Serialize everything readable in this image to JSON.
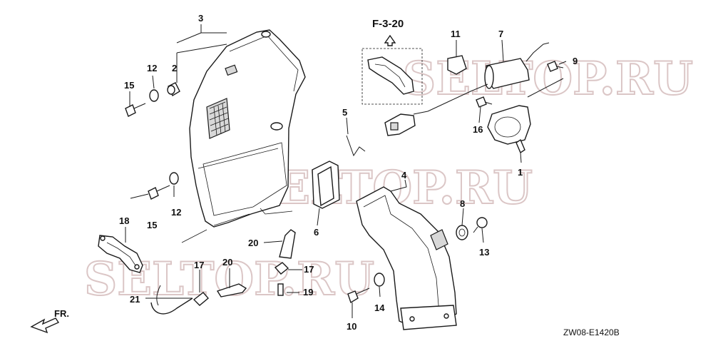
{
  "reference": {
    "figure_ref": "F-3-20",
    "front_label": "FR.",
    "drawing_code": "ZW08-E1420B"
  },
  "watermarks": [
    "SELTOP.RU",
    "SELTOP.RU",
    "SELTOP.RU"
  ],
  "callouts": [
    {
      "id": "c1",
      "text": "1"
    },
    {
      "id": "c2",
      "text": "2"
    },
    {
      "id": "c3",
      "text": "3"
    },
    {
      "id": "c4",
      "text": "4"
    },
    {
      "id": "c5",
      "text": "5"
    },
    {
      "id": "c6",
      "text": "6"
    },
    {
      "id": "c7",
      "text": "7"
    },
    {
      "id": "c8",
      "text": "8"
    },
    {
      "id": "c9",
      "text": "9"
    },
    {
      "id": "c10",
      "text": "10"
    },
    {
      "id": "c11",
      "text": "11"
    },
    {
      "id": "c12a",
      "text": "12"
    },
    {
      "id": "c12b",
      "text": "12"
    },
    {
      "id": "c13",
      "text": "13"
    },
    {
      "id": "c14",
      "text": "14"
    },
    {
      "id": "c15a",
      "text": "15"
    },
    {
      "id": "c15b",
      "text": "15"
    },
    {
      "id": "c16",
      "text": "16"
    },
    {
      "id": "c17a",
      "text": "17"
    },
    {
      "id": "c17b",
      "text": "17"
    },
    {
      "id": "c18",
      "text": "18"
    },
    {
      "id": "c19",
      "text": "19"
    },
    {
      "id": "c20a",
      "text": "20"
    },
    {
      "id": "c20b",
      "text": "20"
    },
    {
      "id": "c21",
      "text": "21"
    }
  ]
}
